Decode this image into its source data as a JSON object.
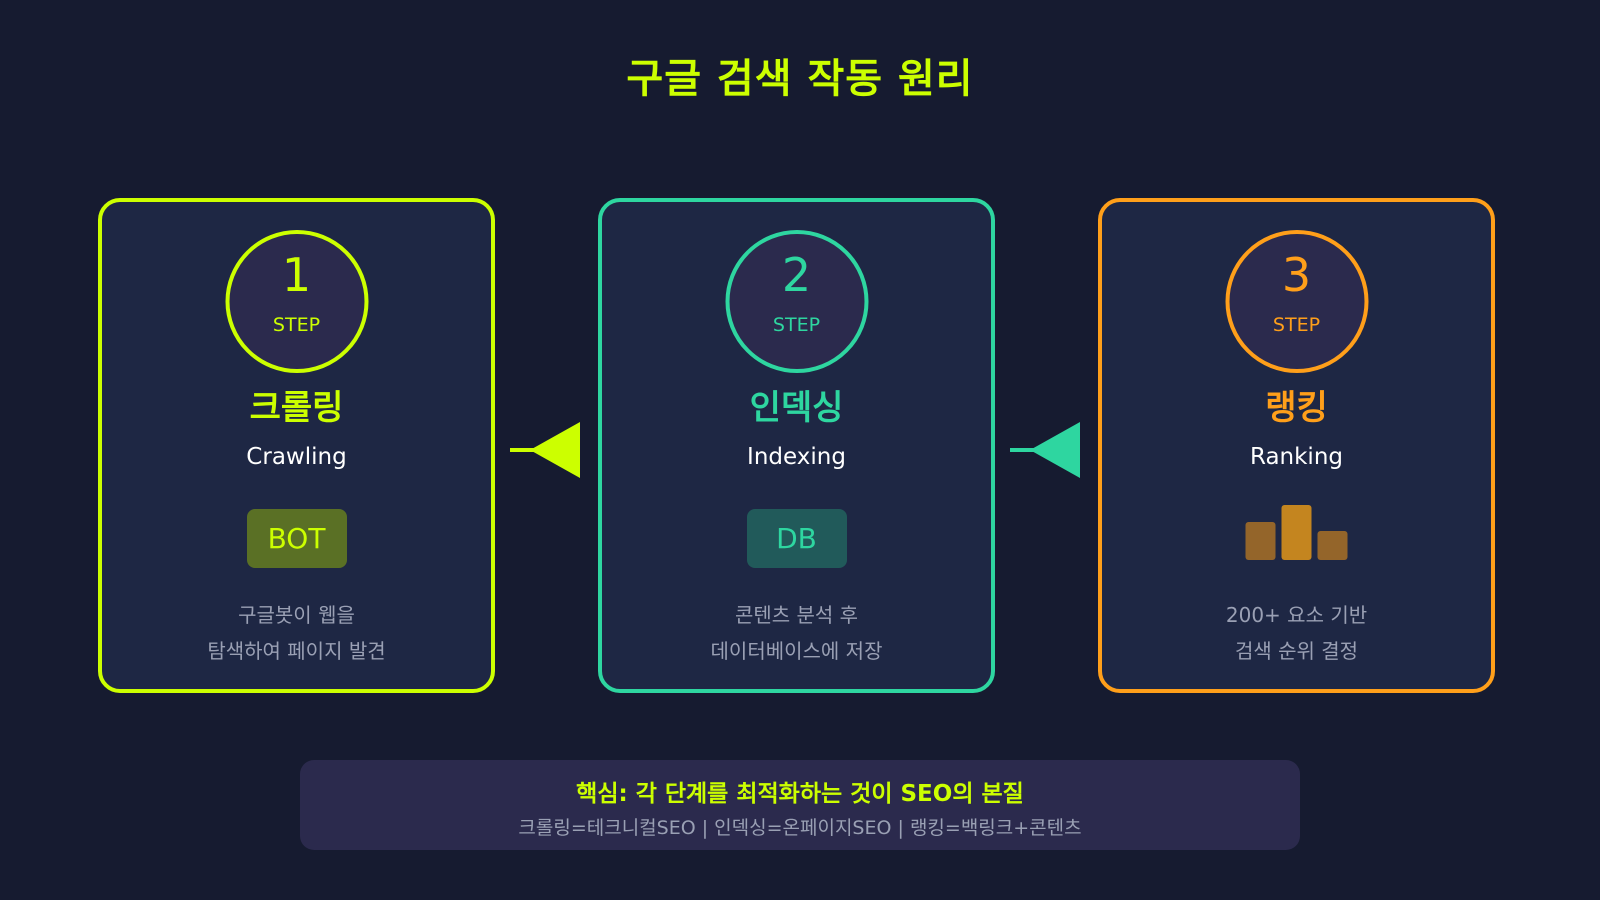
{
  "title": "구글 검색 작동 원리",
  "steps": [
    {
      "number": "1",
      "step_label": "STEP",
      "name_ko": "크롤링",
      "name_en": "Crawling",
      "badge": "BOT",
      "desc_line1": "구글봇이 웹을",
      "desc_line2": "탐색하여 페이지 발견",
      "color": "#ccff00",
      "badge_bg": "#5a7025",
      "badge_fg": "#ccff00"
    },
    {
      "number": "2",
      "step_label": "STEP",
      "name_ko": "인덱싱",
      "name_en": "Indexing",
      "badge": "DB",
      "desc_line1": "콘텐츠 분석 후",
      "desc_line2": "데이터베이스에 저장",
      "color": "#2ed6a0",
      "badge_bg": "#215a5a",
      "badge_fg": "#2ed6a0"
    },
    {
      "number": "3",
      "step_label": "STEP",
      "name_ko": "랭킹",
      "name_en": "Ranking",
      "badge_icon": "bar-chart-icon",
      "desc_line1": "200+ 요소 기반",
      "desc_line2": "검색 순위 결정",
      "color": "#ff9f1a",
      "badge_bg": "#a8742a",
      "badge_fg": "#a8742a"
    }
  ],
  "footer": {
    "headline": "핵심: 각 단계를 최적화하는 것이 SEO의 본질",
    "detail": "크롤링=테크니컬SEO | 인덱싱=온페이지SEO | 랭킹=백링크+콘텐츠"
  }
}
